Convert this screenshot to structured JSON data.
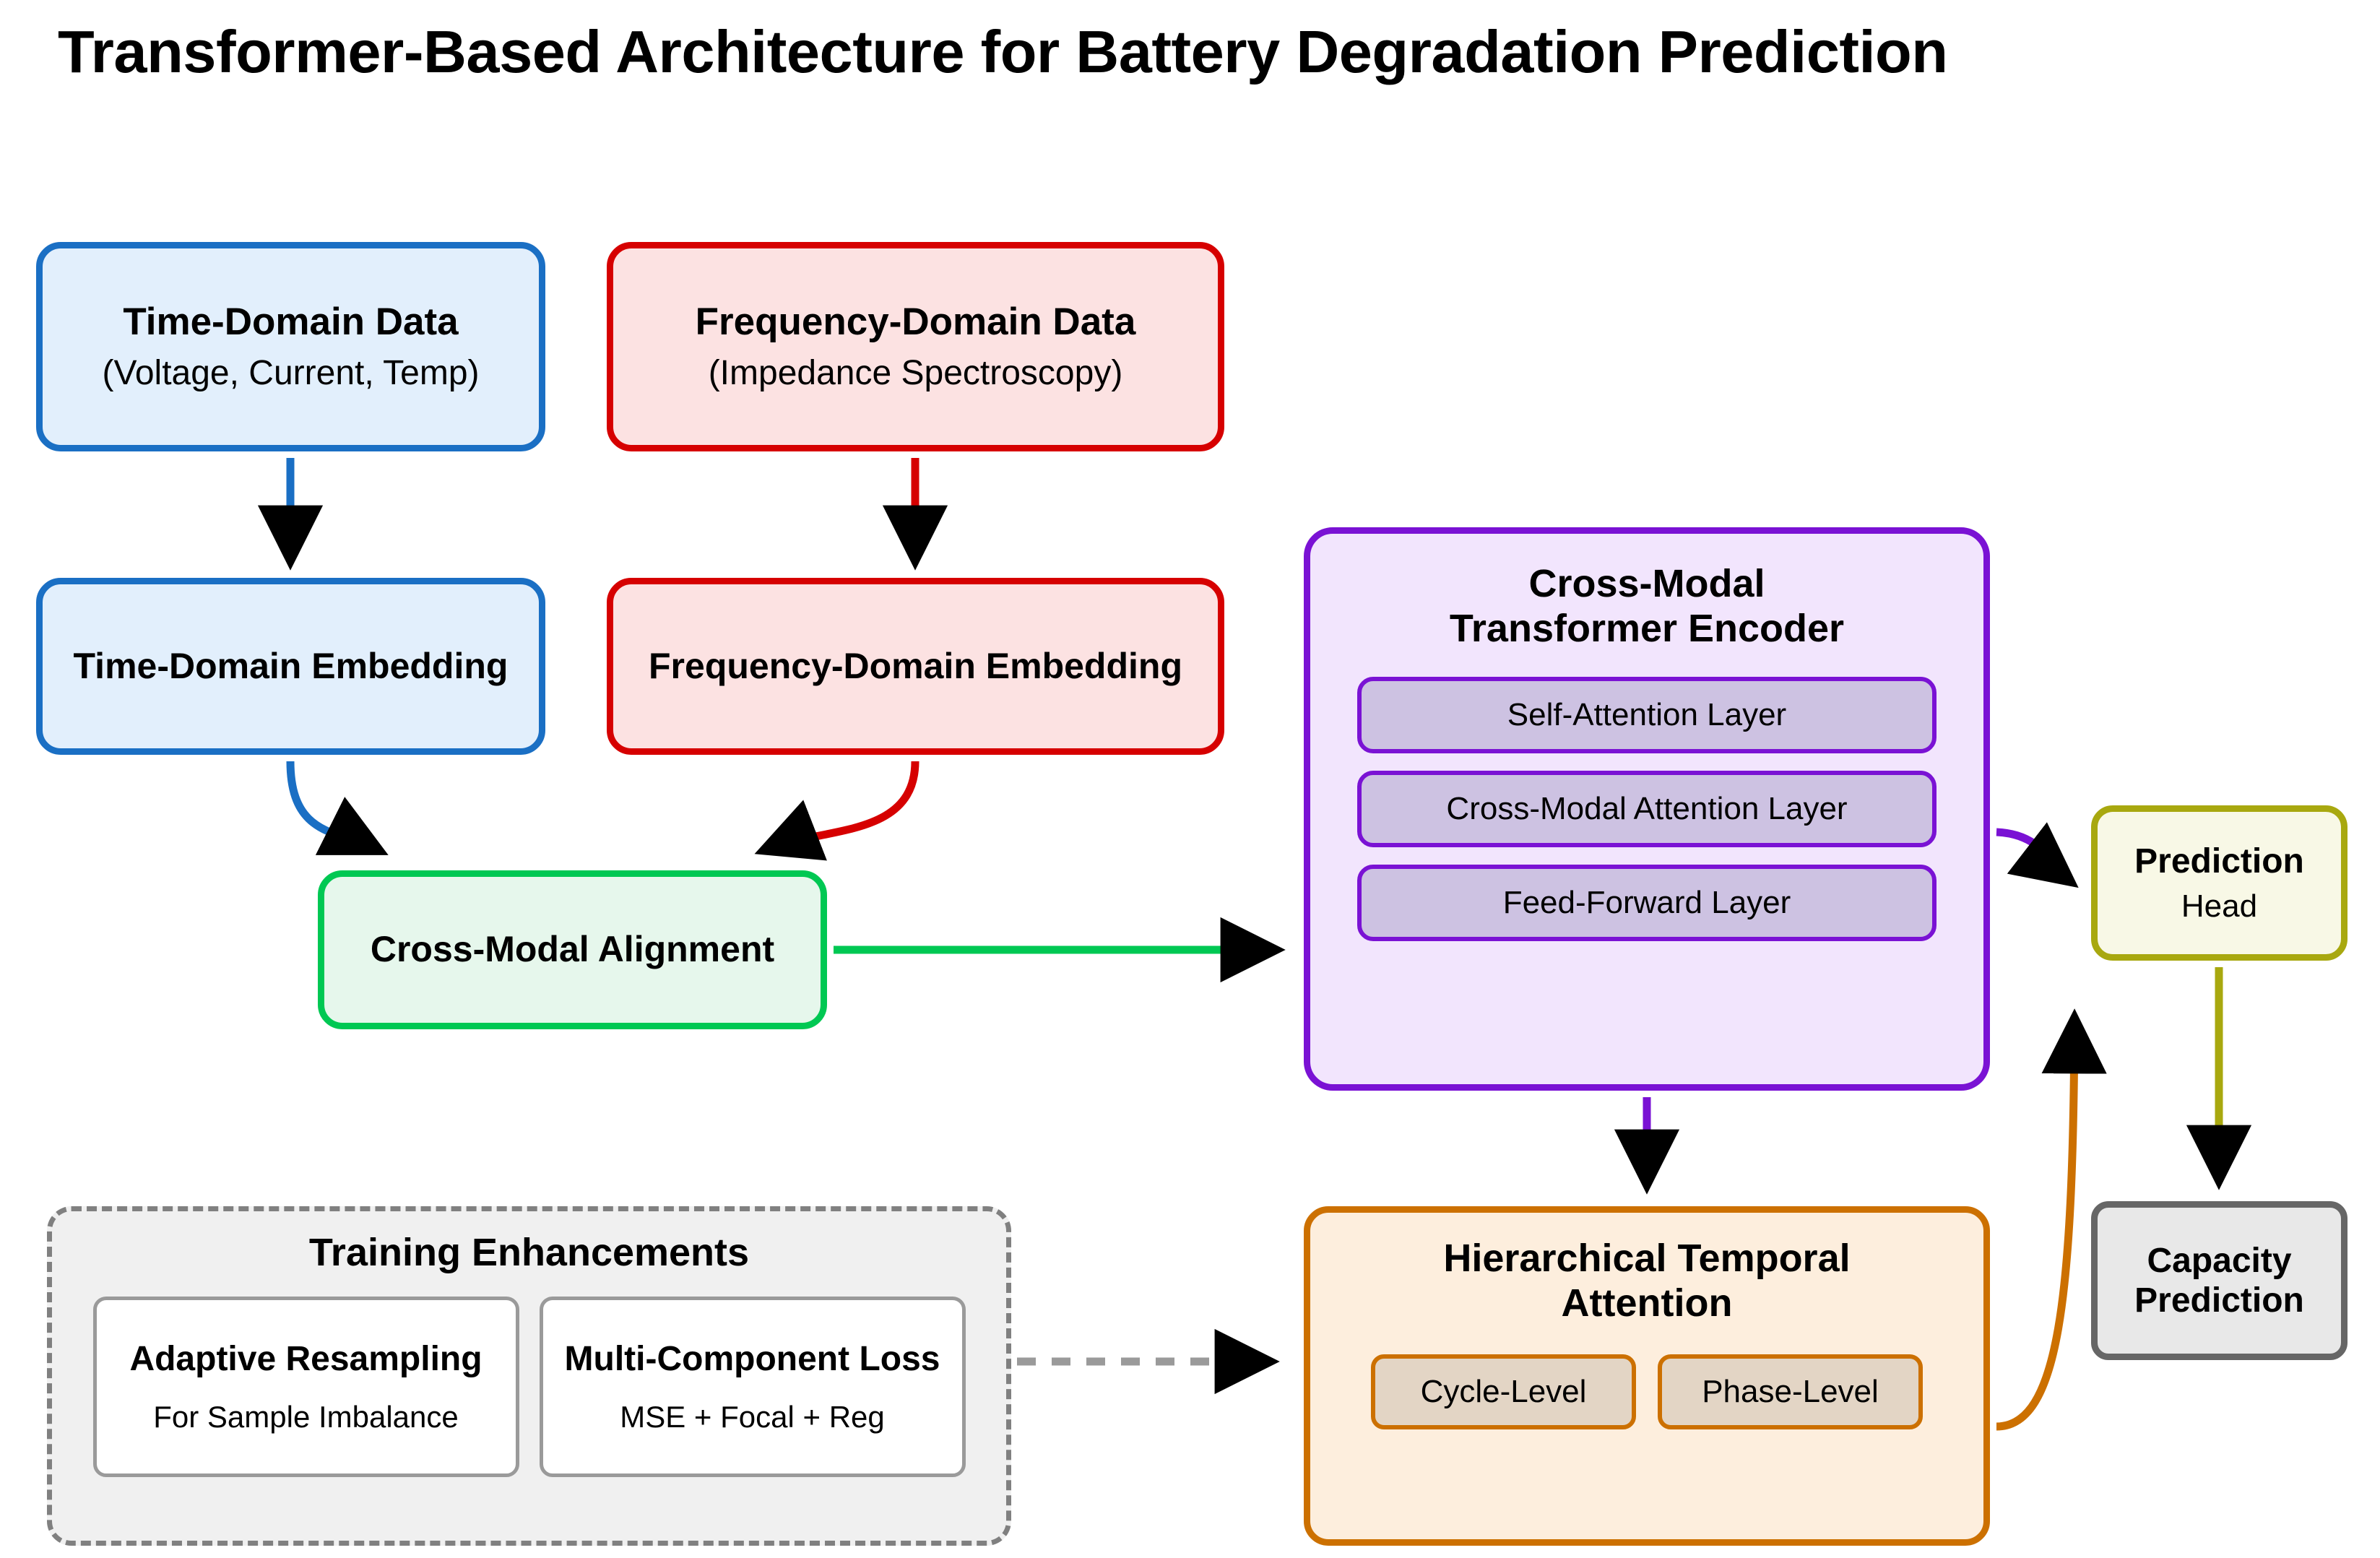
{
  "title": "Transformer-Based Architecture for Battery Degradation Prediction",
  "nodes": {
    "time_data": {
      "title": "Time-Domain Data",
      "subtitle": "(Voltage, Current, Temp)",
      "border_color": "#1a6fc4",
      "fill_color": "#e2effc"
    },
    "freq_data": {
      "title": "Frequency-Domain Data",
      "subtitle": "(Impedance Spectroscopy)",
      "border_color": "#d60000",
      "fill_color": "#fce2e2"
    },
    "time_embedding": {
      "title": "Time-Domain Embedding",
      "border_color": "#1a6fc4",
      "fill_color": "#e2effc"
    },
    "freq_embedding": {
      "title": "Frequency-Domain Embedding",
      "border_color": "#d60000",
      "fill_color": "#fce2e2"
    },
    "alignment": {
      "title": "Cross-Modal Alignment",
      "border_color": "#00c853",
      "fill_color": "#e6f7ec"
    },
    "encoder": {
      "title_line1": "Cross-Modal",
      "title_line2": "Transformer Encoder",
      "border_color": "#7a12d4",
      "fill_color": "#f2e5fd",
      "layer_fill": "#cdc2e2",
      "layers": [
        {
          "label": "Self-Attention Layer"
        },
        {
          "label": "Cross-Modal Attention Layer"
        },
        {
          "label": "Feed-Forward Layer"
        }
      ]
    },
    "prediction_head": {
      "title": "Prediction",
      "subtitle": "Head",
      "border_color": "#a8a80f",
      "fill_color": "#f8f8e6"
    },
    "capacity_prediction": {
      "title_line1": "Capacity",
      "title_line2": "Prediction",
      "border_color": "#666666",
      "fill_color": "#e8e8e8"
    },
    "hierarchical_temporal_attention": {
      "title_line1": "Hierarchical Temporal",
      "title_line2": "Attention",
      "border_color": "#cc7000",
      "fill_color": "#fdeedd",
      "chip_fill": "#e3d5c5",
      "chips": [
        {
          "label": "Cycle-Level"
        },
        {
          "label": "Phase-Level"
        }
      ]
    },
    "training_enhancements": {
      "title": "Training Enhancements",
      "border_color": "#808080",
      "fill_color": "#f0f0f0",
      "cards": [
        {
          "title": "Adaptive Resampling",
          "subtitle": "For Sample Imbalance"
        },
        {
          "title": "Multi-Component Loss",
          "subtitle": "MSE + Focal + Reg"
        }
      ]
    }
  },
  "edges": [
    {
      "name": "time-data-to-time-embedding",
      "color": "#1a6fc4",
      "style": "solid"
    },
    {
      "name": "freq-data-to-freq-embedding",
      "color": "#d60000",
      "style": "solid"
    },
    {
      "name": "time-embedding-to-alignment",
      "color": "#1a6fc4",
      "style": "solid"
    },
    {
      "name": "freq-embedding-to-alignment",
      "color": "#d60000",
      "style": "solid"
    },
    {
      "name": "alignment-to-encoder",
      "color": "#00c853",
      "style": "solid"
    },
    {
      "name": "encoder-to-prediction-head",
      "color": "#7a12d4",
      "style": "solid"
    },
    {
      "name": "encoder-to-hierarchical-temporal-attention",
      "color": "#7a12d4",
      "style": "solid"
    },
    {
      "name": "hierarchical-temporal-attention-to-prediction-head",
      "color": "#cc7000",
      "style": "solid"
    },
    {
      "name": "prediction-head-to-capacity-prediction",
      "color": "#a8a80f",
      "style": "solid"
    },
    {
      "name": "training-enhancements-to-hierarchical-temporal-attention",
      "color": "#808080",
      "style": "dashed"
    }
  ]
}
